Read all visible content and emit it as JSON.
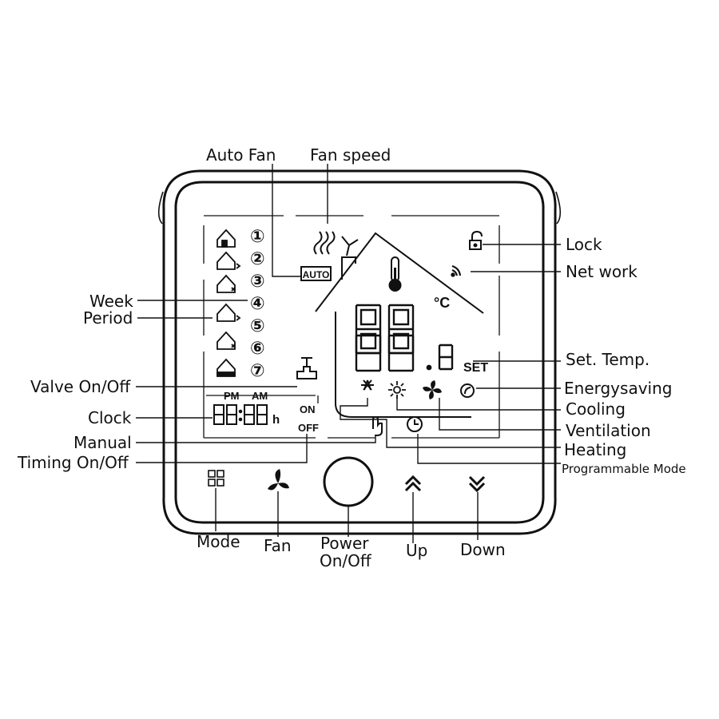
{
  "callouts": {
    "auto_fan": "Auto Fan",
    "fan_speed": "Fan speed",
    "lock": "Lock",
    "network": "Net work",
    "week": "Week",
    "period": "Period",
    "set_temp": "Set. Temp.",
    "energysaving": "Energysaving",
    "cooling": "Cooling",
    "ventilation": "Ventilation",
    "heating": "Heating",
    "programmable_mode": "Programmable Mode",
    "valve": "Valve On/Off",
    "clock": "Clock",
    "manual": "Manual",
    "timing": "Timing On/Off"
  },
  "buttons": {
    "mode": "Mode",
    "fan": "Fan",
    "power_line1": "Power",
    "power_line2": "On/Off",
    "up": "Up",
    "down": "Down"
  },
  "display": {
    "auto_badge": "AUTO",
    "pm": "PM",
    "am": "AM",
    "on": "ON",
    "off": "OFF",
    "hour_unit": "h",
    "set": "SET",
    "celsius": "°C",
    "week_days": [
      "①",
      "②",
      "③",
      "④",
      "⑤",
      "⑥",
      "⑦"
    ]
  }
}
